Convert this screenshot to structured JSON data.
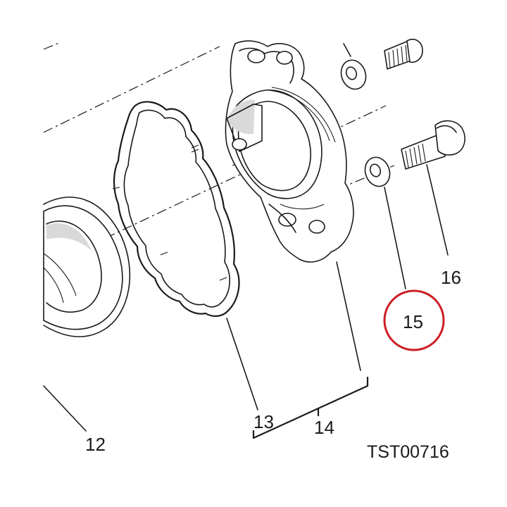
{
  "diagram": {
    "reference_code": "TST00716",
    "callouts": [
      {
        "id": "12",
        "text": "12"
      },
      {
        "id": "13",
        "text": "13"
      },
      {
        "id": "14",
        "text": "14"
      },
      {
        "id": "15",
        "text": "15",
        "highlighted": true
      },
      {
        "id": "16",
        "text": "16"
      }
    ],
    "highlight_color": "#cc1f26"
  }
}
